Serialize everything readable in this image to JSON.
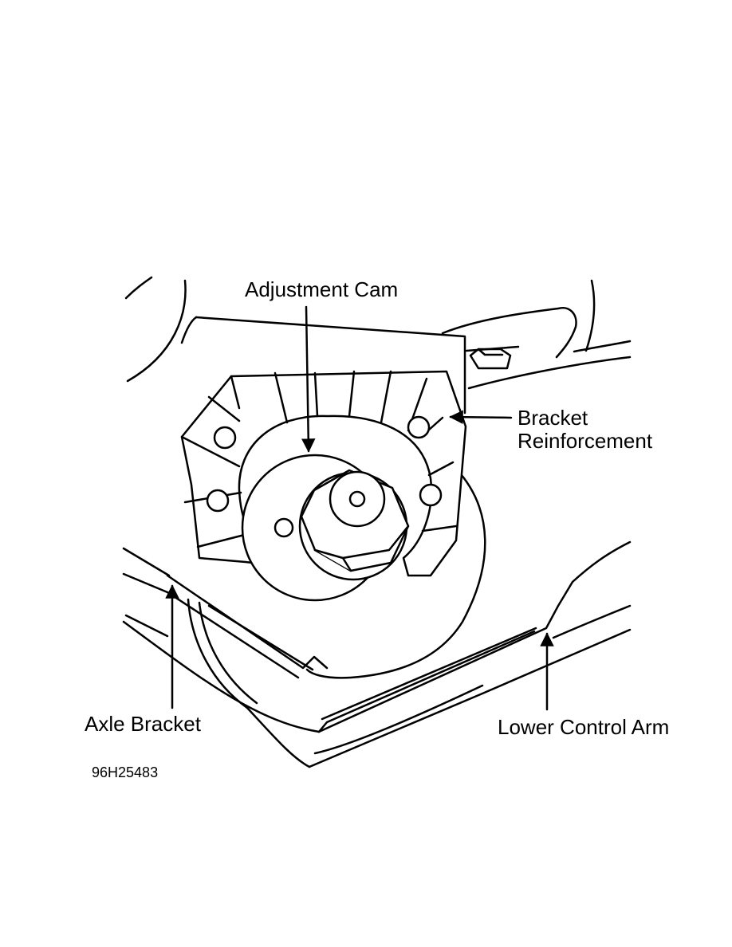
{
  "labels": {
    "adjustment_cam": "Adjustment Cam",
    "bracket_reinforcement_line1": "Bracket",
    "bracket_reinforcement_line2": "Reinforcement",
    "axle_bracket": "Axle Bracket",
    "lower_control_arm": "Lower Control Arm",
    "figure_id": "96H25483"
  },
  "colors": {
    "ink": "#000000",
    "paper": "#ffffff"
  }
}
